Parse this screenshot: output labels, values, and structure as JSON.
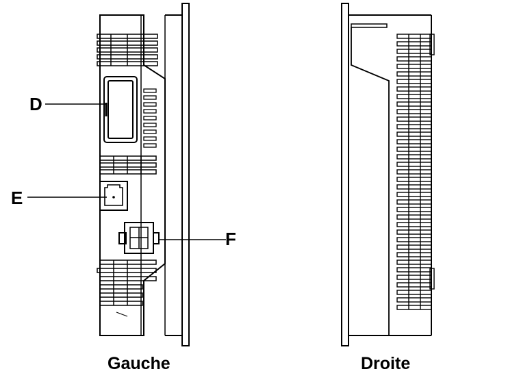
{
  "callouts": {
    "d": "D",
    "e": "E",
    "f": "F"
  },
  "captions": {
    "left": "Gauche",
    "right": "Droite"
  },
  "colors": {
    "line": "#000000",
    "background": "#ffffff"
  }
}
